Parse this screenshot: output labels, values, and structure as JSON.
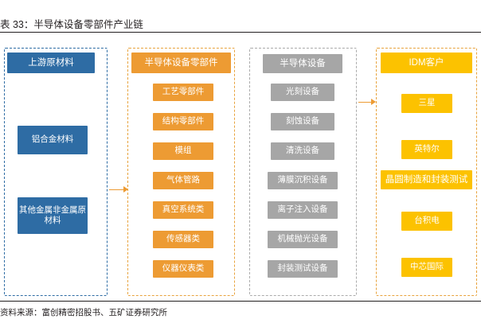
{
  "header": {
    "title": "表 33：半导体设备零部件产业链"
  },
  "footer": {
    "source": "资料来源：富创精密招股书、五矿证券研究所"
  },
  "colors": {
    "blue": "#2e6ca4",
    "orange": "#ed9b33",
    "gray": "#a6a6a6",
    "yellow": "#fcc200",
    "dashed_gray": "#bdbdbd"
  },
  "columns": [
    {
      "id": "upstream",
      "header": "上游原材料",
      "header_color": "blue",
      "border_color": "blue",
      "items": [
        {
          "label": "铝合金材料",
          "color": "blue"
        },
        {
          "label": "其他金属非金属原材料",
          "color": "blue"
        }
      ]
    },
    {
      "id": "components",
      "header": "半导体设备零部件",
      "header_color": "orange",
      "border_color": "orange",
      "items": [
        {
          "label": "工艺零部件",
          "color": "orange"
        },
        {
          "label": "结构零部件",
          "color": "orange"
        },
        {
          "label": "模组",
          "color": "orange"
        },
        {
          "label": "气体管路",
          "color": "orange"
        },
        {
          "label": "真空系统类",
          "color": "orange"
        },
        {
          "label": "传感器类",
          "color": "orange"
        },
        {
          "label": "仪器仪表类",
          "color": "orange"
        }
      ]
    },
    {
      "id": "equipment",
      "header": "半导体设备",
      "header_color": "gray",
      "border_color": "gray",
      "items": [
        {
          "label": "光刻设备",
          "color": "gray"
        },
        {
          "label": "刻蚀设备",
          "color": "gray"
        },
        {
          "label": "清洗设备",
          "color": "gray"
        },
        {
          "label": "薄膜沉积设备",
          "color": "gray"
        },
        {
          "label": "离子注入设备",
          "color": "gray"
        },
        {
          "label": "机械抛光设备",
          "color": "gray"
        },
        {
          "label": "封装测试设备",
          "color": "gray"
        }
      ]
    },
    {
      "id": "idm",
      "header": "IDM客户",
      "header_color": "yellow",
      "border_color": "yellow",
      "items": [
        {
          "label": "三星",
          "color": "yellow"
        },
        {
          "label": "英特尔",
          "color": "yellow"
        },
        {
          "label": "晶圆制造和封装测试",
          "color": "yellow",
          "wide": true
        },
        {
          "label": "台积电",
          "color": "yellow"
        },
        {
          "label": "中芯国际",
          "color": "yellow"
        }
      ]
    }
  ],
  "arrows": [
    {
      "id": "arrow-upstream-to-components"
    },
    {
      "id": "arrow-equipment-to-idm"
    }
  ]
}
